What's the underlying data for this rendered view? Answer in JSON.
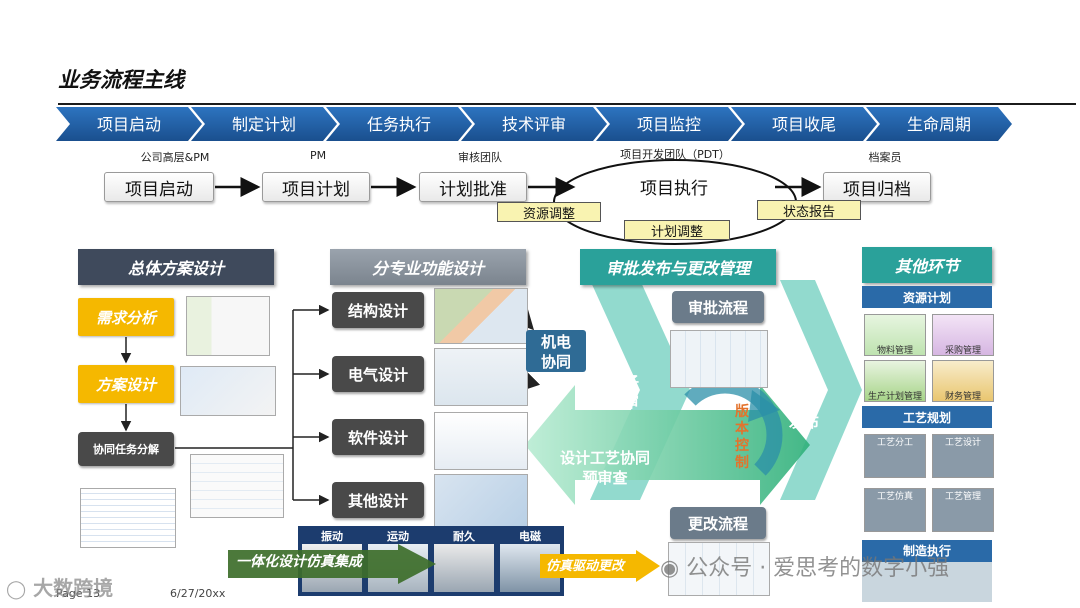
{
  "title": "业务流程主线",
  "chevrons": [
    "项目启动",
    "制定计划",
    "任务执行",
    "技术评审",
    "项目监控",
    "项目收尾",
    "生命周期"
  ],
  "roles": [
    "公司高层&PM",
    "PM",
    "审核团队",
    "项目开发团队（PDT）",
    "档案员"
  ],
  "steps": [
    "项目启动",
    "项目计划",
    "计划批准",
    "项目执行",
    "项目归档"
  ],
  "tags": {
    "resource": "资源调整",
    "plan": "计划调整",
    "status": "状态报告"
  },
  "overall": {
    "header": "总体方案设计",
    "req": "需求分析",
    "scheme": "方案设计",
    "coop": "协同任务分解"
  },
  "specialty": {
    "header": "分专业功能设计",
    "items": [
      "结构设计",
      "电气设计",
      "软件设计",
      "其他设计"
    ]
  },
  "approval": {
    "header": "审批发布与更改管理",
    "flow": "审批流程",
    "change": "更改流程",
    "esign": "电子\n签审",
    "elec": "机电\n协同",
    "design_proc": "设计工艺协同\n预审查",
    "release": "数据\n发布",
    "version": "版\n本\n控\n制"
  },
  "others": {
    "header": "其他环节",
    "resource_plan": "资源计划",
    "res_items": [
      "物料管理",
      "采购管理",
      "生产计划管理",
      "财务管理"
    ],
    "process_plan": "工艺规划",
    "proc_items": [
      "工艺分工",
      "工艺设计",
      "工艺仿真",
      "工艺管理"
    ],
    "mfg": "制造执行"
  },
  "sim": {
    "banner": "一体化设计仿真集成",
    "items": [
      "振动",
      "运动",
      "耐久",
      "电磁"
    ],
    "driven": "仿真驱动更改"
  },
  "footer": {
    "page": "Page 13",
    "date": "6/27/20xx",
    "wm_left": "大数跨境",
    "wm_right": "公众号 · 爱思考的数字小强"
  },
  "colors": {
    "chevron": "#1f5fa6",
    "yellow": "#f5b800",
    "dark_header": "#3f4a5c",
    "teal": "#2aa19a",
    "green_arrow": "#3dbe86"
  }
}
